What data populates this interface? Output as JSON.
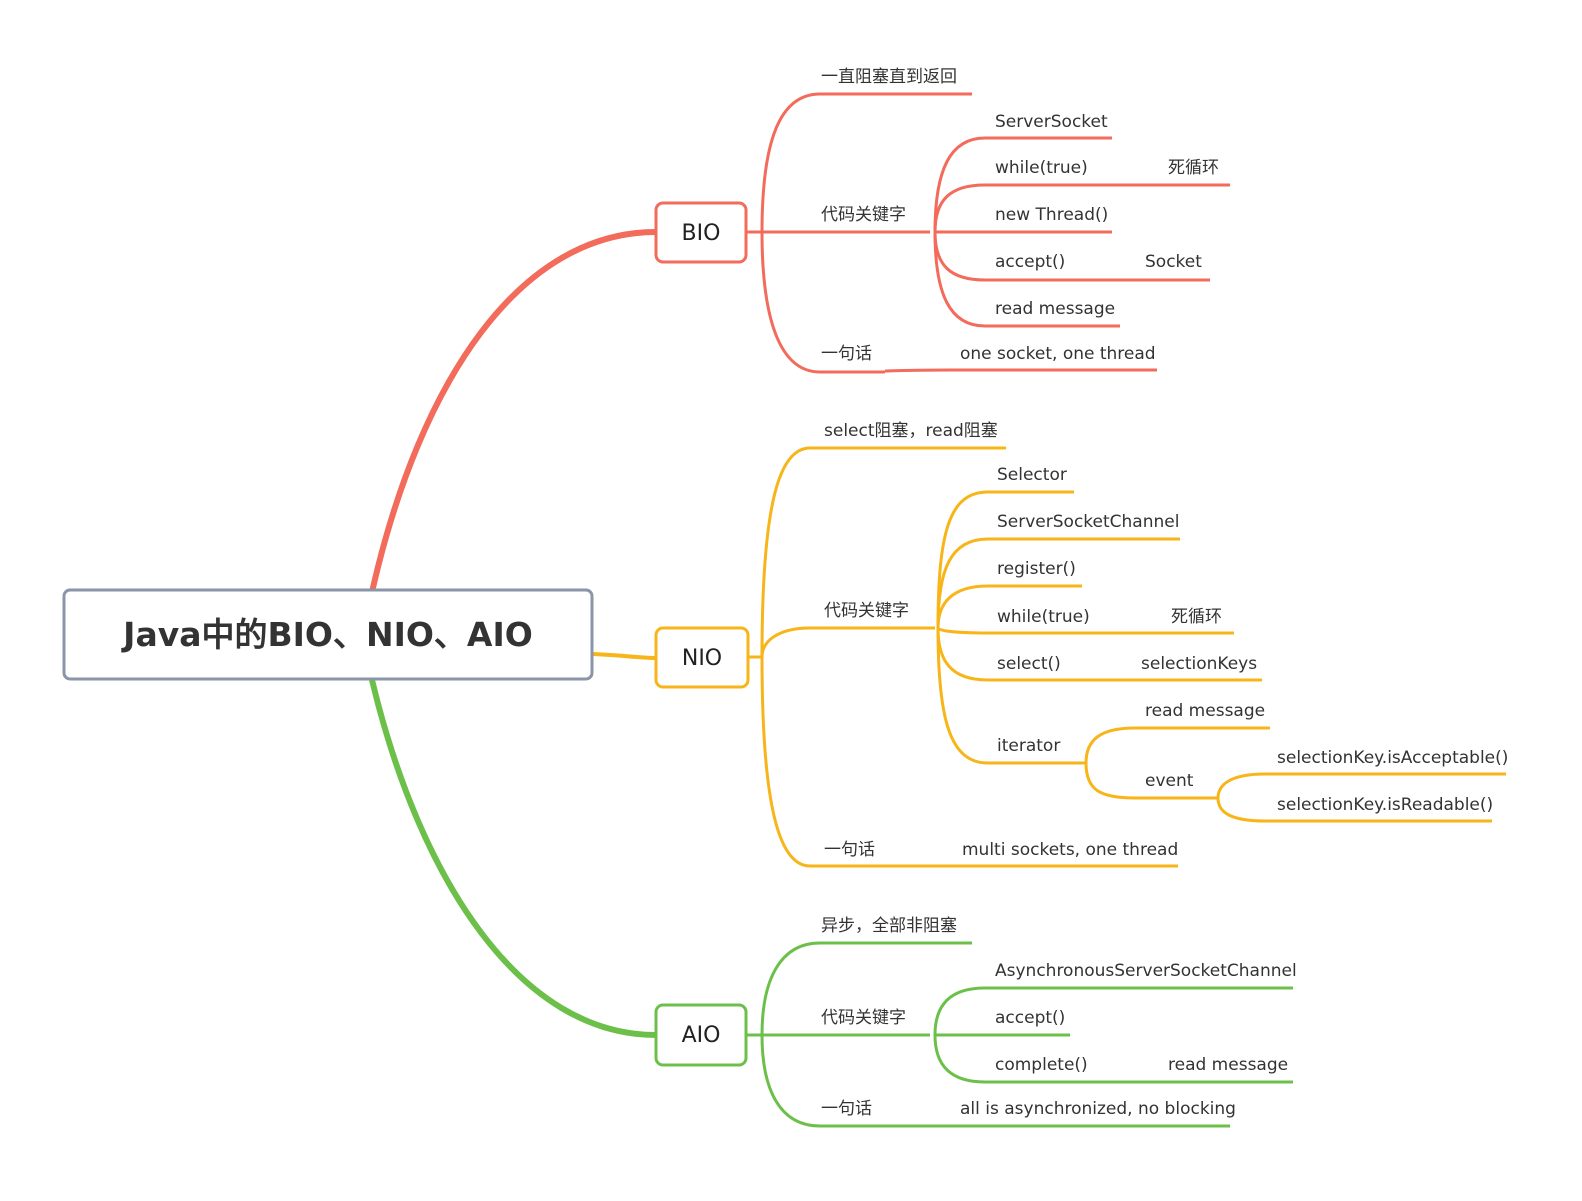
{
  "root": {
    "title": "Java中的BIO、NIO、AIO"
  },
  "colors": {
    "bio": "#f26b5b",
    "nio": "#f7b519",
    "aio": "#6cc04a",
    "root_border": "#8a95a8"
  },
  "bio": {
    "label": "BIO",
    "blocking": "一直阻塞直到返回",
    "keywords_label": "代码关键字",
    "kw_serversocket": "ServerSocket",
    "kw_while": "while(true)",
    "kw_while_note": "死循环",
    "kw_new_thread": "new Thread()",
    "kw_accept": "accept()",
    "kw_accept_note": "Socket",
    "kw_read": "read message",
    "summary_label": "一句话",
    "summary": "one socket, one thread"
  },
  "nio": {
    "label": "NIO",
    "blocking": "select阻塞，read阻塞",
    "keywords_label": "代码关键字",
    "kw_selector": "Selector",
    "kw_ssc": "ServerSocketChannel",
    "kw_register": "register()",
    "kw_while": "while(true)",
    "kw_while_note": "死循环",
    "kw_select": "select()",
    "kw_select_note": "selectionKeys",
    "kw_iterator": "iterator",
    "it_read": "read message",
    "it_event": "event",
    "ev_acceptable": "selectionKey.isAcceptable()",
    "ev_readable": "selectionKey.isReadable()",
    "summary_label": "一句话",
    "summary": "multi sockets, one thread"
  },
  "aio": {
    "label": "AIO",
    "blocking": "异步，全部非阻塞",
    "keywords_label": "代码关键字",
    "kw_assc": "AsynchronousServerSocketChannel",
    "kw_accept": "accept()",
    "kw_complete": "complete()",
    "kw_complete_note": "read message",
    "summary_label": "一句话",
    "summary": "all is asynchronized, no blocking"
  }
}
